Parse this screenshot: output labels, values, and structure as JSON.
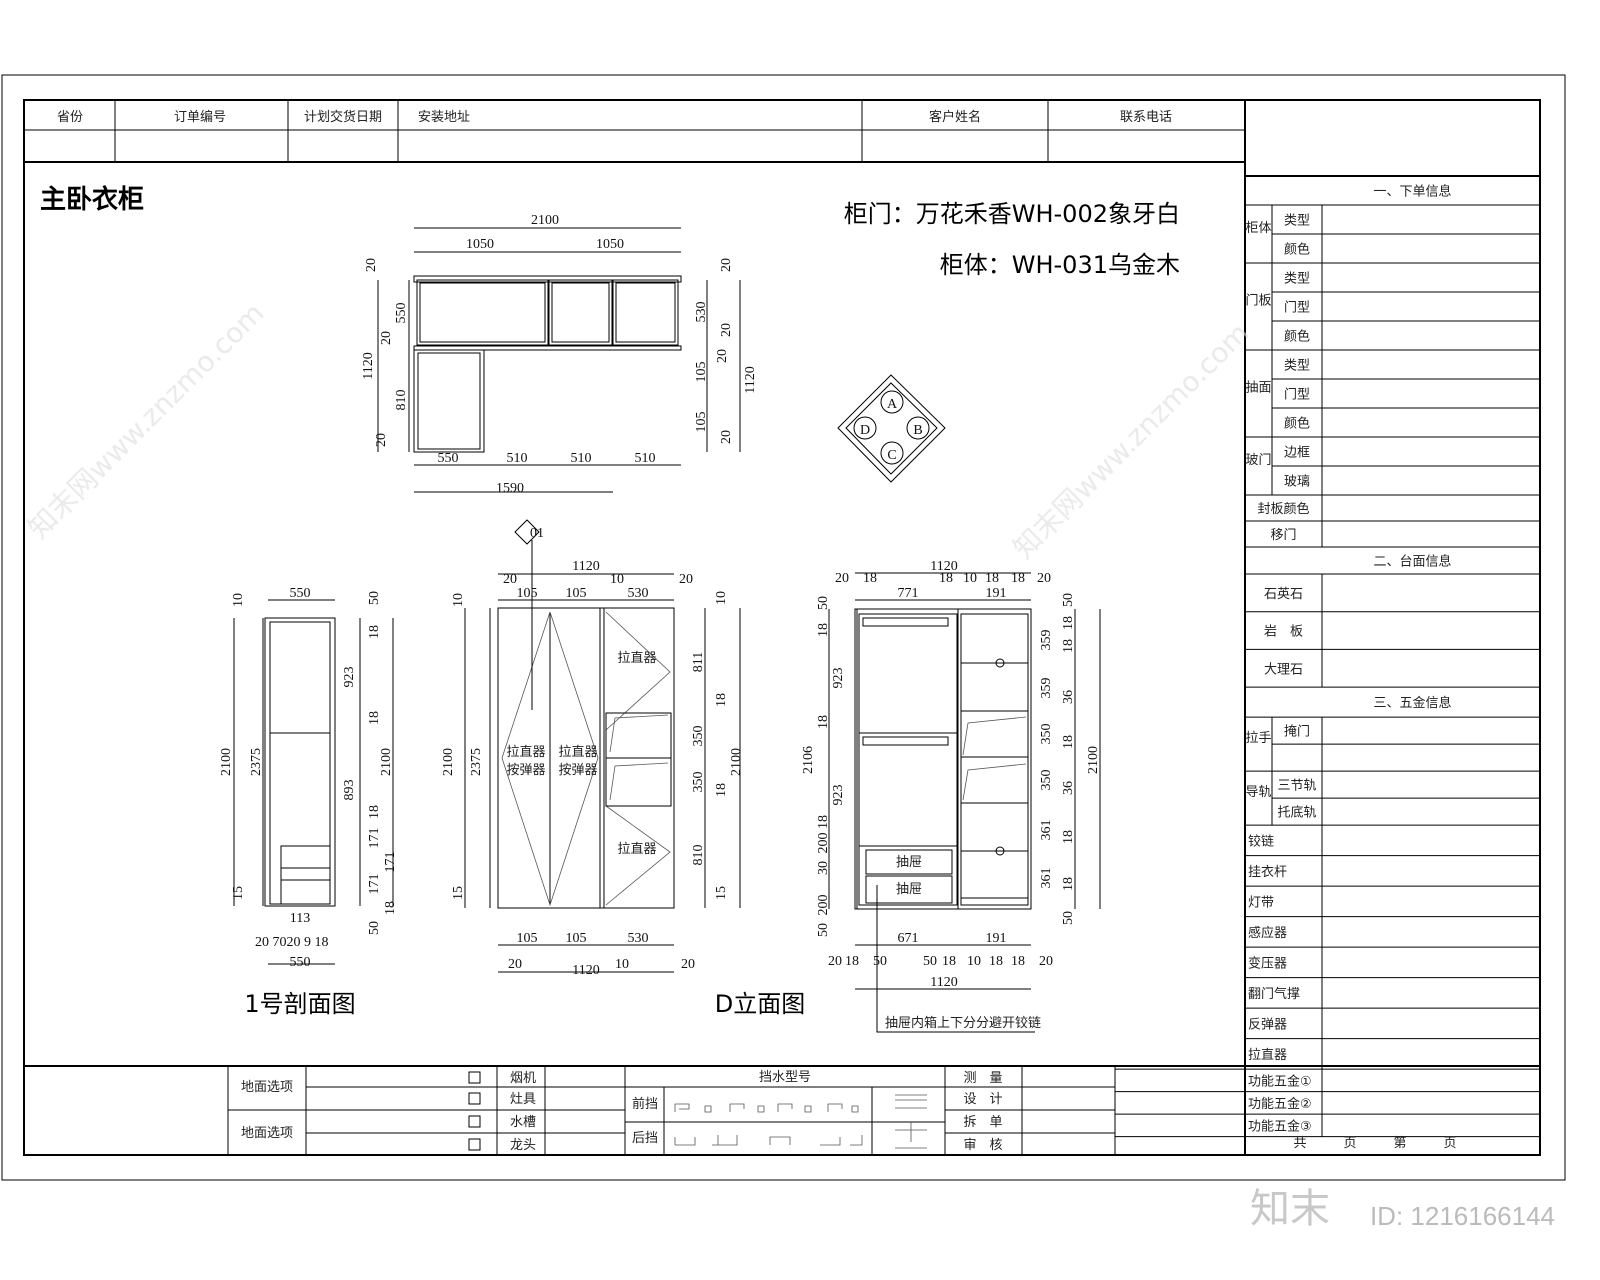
{
  "header": {
    "columns": [
      "省份",
      "订单编号",
      "计划交货日期",
      "安装地址",
      "客户姓名",
      "联系电话"
    ]
  },
  "drawing": {
    "room_title": "主卧衣柜",
    "door_spec": "柜门：万花禾香WH-002象牙白",
    "body_spec": "柜体：WH-031乌金木",
    "compass": [
      "A",
      "B",
      "C",
      "D"
    ],
    "section_marker": "01",
    "section_view_title": "1号剖面图",
    "elevation_view_title": "D立面图",
    "door_label_1": "拉直器",
    "door_label_2": "按弹器",
    "flap_label": "拉直器",
    "drawer_label": "抽屉",
    "drawer_note": "抽屉内箱上下分分避开铰链",
    "plan_dims": {
      "top": [
        "2100",
        "1050",
        "1050"
      ],
      "left": [
        "20",
        "550",
        "20",
        "1120",
        "810",
        "20"
      ],
      "right": [
        "20",
        "530",
        "20",
        "20",
        "105",
        "105",
        "20",
        "1120"
      ],
      "bottom": [
        "550",
        "510",
        "510",
        "510",
        "1590"
      ]
    },
    "section_dims": {
      "top": "550",
      "bottom": "550",
      "bottom_detail": [
        "113",
        "20",
        "70",
        "20",
        "9",
        "18"
      ],
      "left": [
        "10",
        "2100",
        "2375",
        "15"
      ],
      "right": [
        "50",
        "18",
        "923",
        "18",
        "2100",
        "893",
        "18",
        "171",
        "171",
        "171",
        "50",
        "18"
      ]
    },
    "front_dims": {
      "top": [
        "1120",
        "20",
        "105",
        "105",
        "10",
        "530",
        "20"
      ],
      "bottom": [
        "105",
        "105",
        "530",
        "20",
        "1120",
        "10",
        "20"
      ],
      "left": [
        "10",
        "2100",
        "2375",
        "15"
      ],
      "right": [
        "10",
        "811",
        "18",
        "350",
        "2100",
        "350",
        "18",
        "810",
        "15"
      ]
    },
    "interior_dims": {
      "top": [
        "1120",
        "20",
        "18",
        "771",
        "18",
        "10",
        "18",
        "191",
        "18",
        "20"
      ],
      "bottom": [
        "671",
        "191",
        "20",
        "18",
        "50",
        "50",
        "18",
        "10",
        "18",
        "18",
        "20",
        "1120"
      ],
      "left": [
        "50",
        "18",
        "923",
        "18",
        "2106",
        "923",
        "18",
        "200",
        "30",
        "200",
        "50"
      ],
      "right": [
        "50",
        "18",
        "18",
        "359",
        "359",
        "36",
        "350",
        "18",
        "350",
        "36",
        "361",
        "18",
        "361",
        "18",
        "50",
        "2100"
      ]
    }
  },
  "order_panel": {
    "section1_title": "一、下单信息",
    "groups1": [
      {
        "group": "柜体",
        "items": [
          "类型",
          "颜色"
        ]
      },
      {
        "group": "门板",
        "items": [
          "类型",
          "门型",
          "颜色"
        ]
      },
      {
        "group": "抽面",
        "items": [
          "类型",
          "门型",
          "颜色"
        ]
      },
      {
        "group": "玻门",
        "items": [
          "边框",
          "玻璃"
        ]
      }
    ],
    "singles1": [
      "封板颜色",
      "移门"
    ],
    "section2_title": "二、台面信息",
    "countertop": [
      "石英石",
      "岩　板",
      "大理石"
    ],
    "section3_title": "三、五金信息",
    "groups3": [
      {
        "group": "拉手",
        "items": [
          "掩门",
          ""
        ]
      },
      {
        "group": "导轨",
        "items": [
          "三节轨",
          "托底轨"
        ]
      }
    ],
    "singles3": [
      "铰链",
      "挂衣杆",
      "灯带",
      "感应器",
      "变压器",
      "翻门气撑",
      "反弹器",
      "拉直器",
      "功能五金①",
      "功能五金②",
      "功能五金③"
    ],
    "footer": [
      "共",
      "页",
      "第",
      "页"
    ]
  },
  "bottom_table": {
    "option_groups": [
      "地面选项",
      "地面选项"
    ],
    "appliances": [
      "烟机",
      "灶具",
      "水槽",
      "龙头"
    ],
    "water_block_title": "挡水型号",
    "front_label": "前挡",
    "back_label": "后挡",
    "signoffs": [
      "测　量",
      "设　计",
      "拆　单",
      "审　核"
    ]
  },
  "watermark": {
    "site": "知末网www.znzmo.com",
    "logo": "知末",
    "id": "ID: 1216166144"
  }
}
